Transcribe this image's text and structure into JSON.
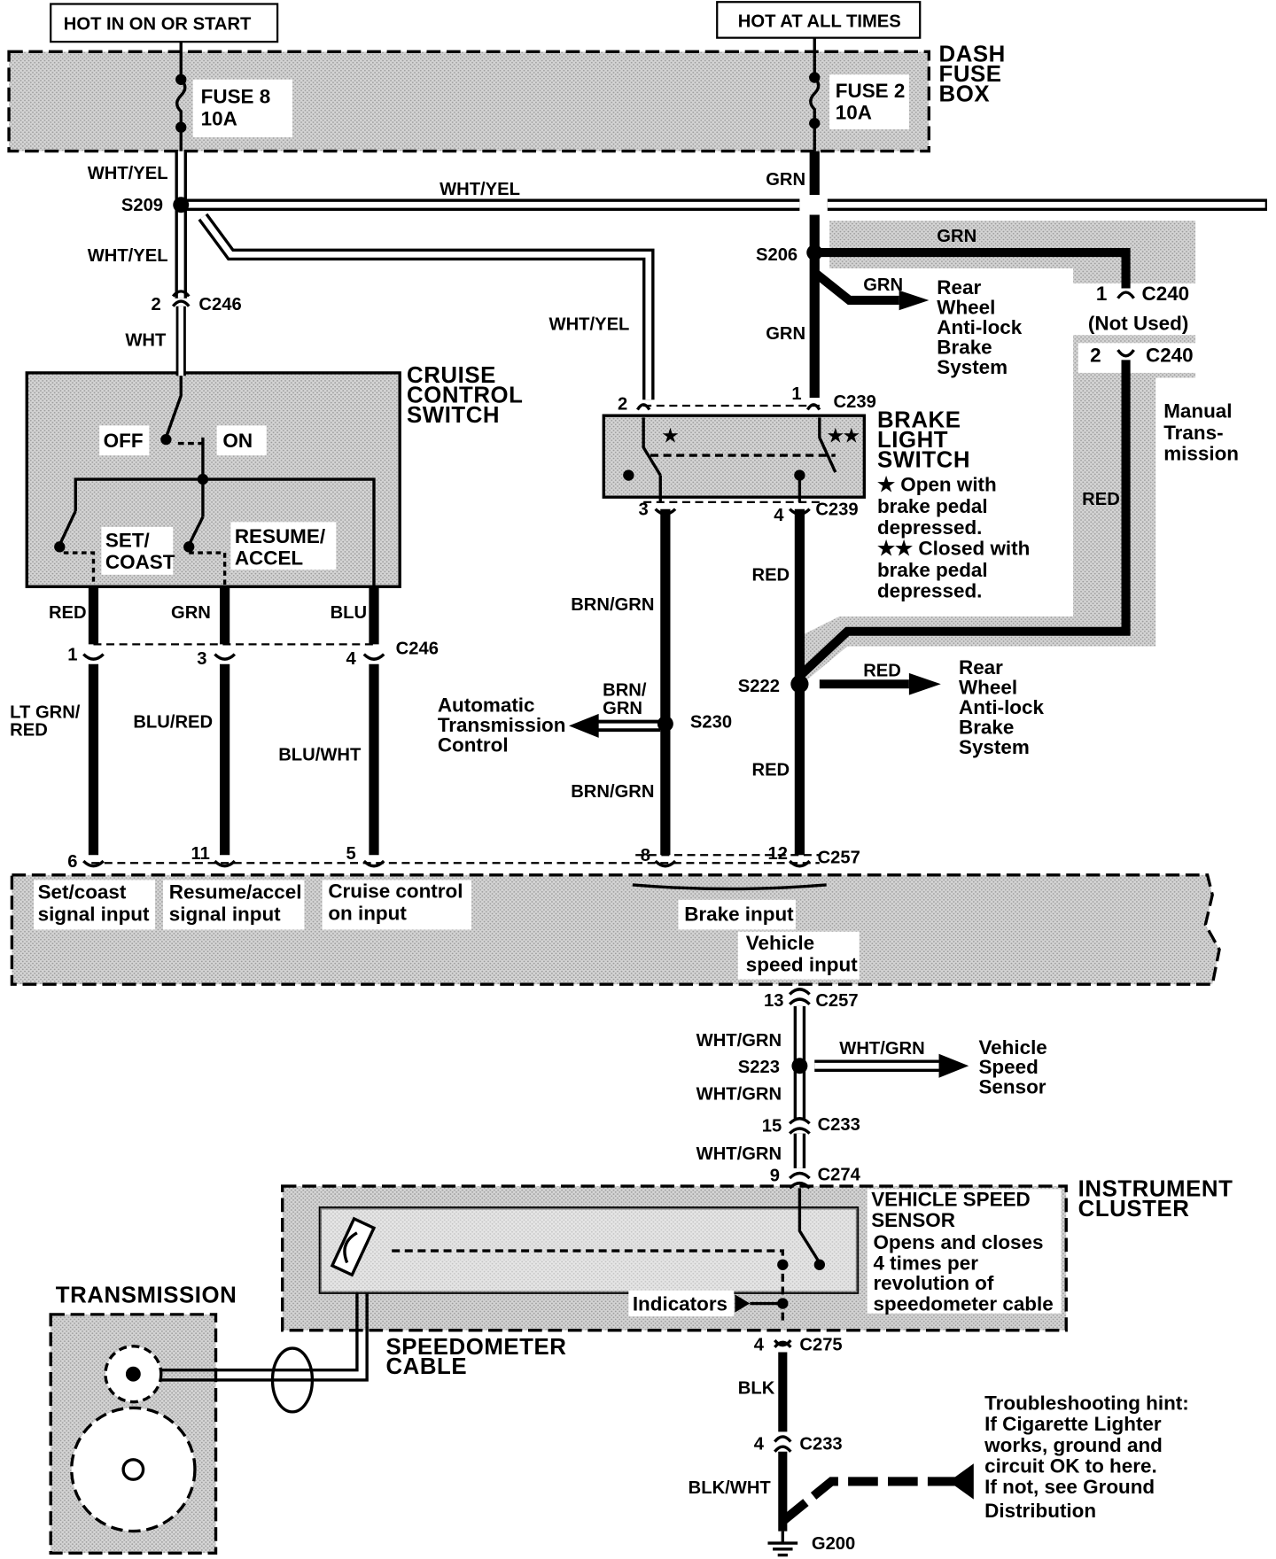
{
  "power": {
    "hot_run": "HOT IN ON OR START",
    "hot_always": "HOT AT ALL TIMES"
  },
  "fuse_box": {
    "title": [
      "DASH",
      "FUSE",
      "BOX"
    ],
    "fuse8": [
      "FUSE 8",
      "10A"
    ],
    "fuse2": [
      "FUSE 2",
      "10A"
    ]
  },
  "wires": {
    "wht_yel_1": "WHT/YEL",
    "wht_yel_2": "WHT/YEL",
    "wht_yel_3": "WHT/YEL",
    "wht_yel_4": "WHT/YEL",
    "wht": "WHT",
    "grn_1": "GRN",
    "grn_2": "GRN",
    "grn_3": "GRN",
    "grn_4": "GRN",
    "grn_5": "GRN",
    "red_1": "RED",
    "red_2": "RED",
    "red_3": "RED",
    "red_4": "RED",
    "red_5": "RED",
    "blu": "BLU",
    "lt_grn_red": [
      "LT GRN/",
      "RED"
    ],
    "blu_red": "BLU/RED",
    "blu_wht": "BLU/WHT",
    "brn_grn_1": "BRN/GRN",
    "brn_grn_2": [
      "BRN/",
      "GRN"
    ],
    "brn_grn_3": "BRN/GRN",
    "wht_grn_1": "WHT/GRN",
    "wht_grn_2": "WHT/GRN",
    "wht_grn_3": "WHT/GRN",
    "wht_grn_4": "WHT/GRN",
    "blk": "BLK",
    "blk_wht": "BLK/WHT"
  },
  "splices": {
    "s209": "S209",
    "s206": "S206",
    "s222": "S222",
    "s230": "S230",
    "s223": "S223",
    "g200": "G200"
  },
  "connectors": {
    "c246_top": {
      "pin": "2",
      "name": "C246"
    },
    "c240_1": {
      "pin": "1",
      "name": "C240"
    },
    "c240_note": "(Not Used)",
    "c240_2": {
      "pin": "2",
      "name": "C240"
    },
    "c239_top": {
      "pin_left": "2",
      "pin_right": "1",
      "name": "C239"
    },
    "c239_bot": {
      "pin_left": "3",
      "pin_right": "4",
      "name": "C239"
    },
    "c246_bot": {
      "pins": [
        "1",
        "3",
        "4"
      ],
      "name": "C246"
    },
    "c257_top": {
      "pins": [
        "6",
        "11",
        "5",
        "8",
        "12"
      ],
      "name": "C257"
    },
    "c257_bot": {
      "pin": "13",
      "name": "C257"
    },
    "c233_a": {
      "pin": "15",
      "name": "C233"
    },
    "c274": {
      "pin": "9",
      "name": "C274"
    },
    "c275": {
      "pin": "4",
      "name": "C275"
    },
    "c233_b": {
      "pin": "4",
      "name": "C233"
    }
  },
  "cruise_switch": {
    "title": [
      "CRUISE",
      "CONTROL",
      "SWITCH"
    ],
    "off": "OFF",
    "on": "ON",
    "set": [
      "SET/",
      "COAST"
    ],
    "resume": [
      "RESUME/",
      "ACCEL"
    ]
  },
  "brake_switch": {
    "title": [
      "BRAKE",
      "LIGHT",
      "SWITCH"
    ],
    "note": [
      "★ Open with",
      "brake pedal",
      "depressed.",
      "★★ Closed with",
      "brake pedal",
      "depressed."
    ]
  },
  "destinations": {
    "abs_1": [
      "Rear",
      "Wheel",
      "Anti-lock",
      "Brake",
      "System"
    ],
    "abs_2": [
      "Rear",
      "Wheel",
      "Anti-lock",
      "Brake",
      "System"
    ],
    "manual_trans": [
      "Manual",
      "Trans-",
      "mission"
    ],
    "atc": [
      "Automatic",
      "Transmission",
      "Control"
    ],
    "vss": [
      "Vehicle",
      "Speed",
      "Sensor"
    ]
  },
  "ecu": {
    "set_coast": [
      "Set/coast",
      "signal input"
    ],
    "resume_accel": [
      "Resume/accel",
      "signal input"
    ],
    "cruise_on": [
      "Cruise control",
      "on input"
    ],
    "brake_input": "Brake input",
    "speed_input": [
      "Vehicle",
      "speed input"
    ]
  },
  "instrument_cluster": {
    "title": [
      "INSTRUMENT",
      "CLUSTER"
    ],
    "vss_title": [
      "VEHICLE SPEED",
      "SENSOR"
    ],
    "vss_desc": [
      "Opens and closes",
      "4 times per",
      "revolution of",
      "speedometer cable"
    ],
    "indicators": "Indicators"
  },
  "transmission": {
    "title": "TRANSMISSION",
    "cable": [
      "SPEEDOMETER",
      "CABLE"
    ]
  },
  "hint": [
    "Troubleshooting hint:",
    "If Cigarette Lighter",
    "works, ground and",
    "circuit OK to here.",
    "If not, see Ground",
    "Distribution"
  ]
}
